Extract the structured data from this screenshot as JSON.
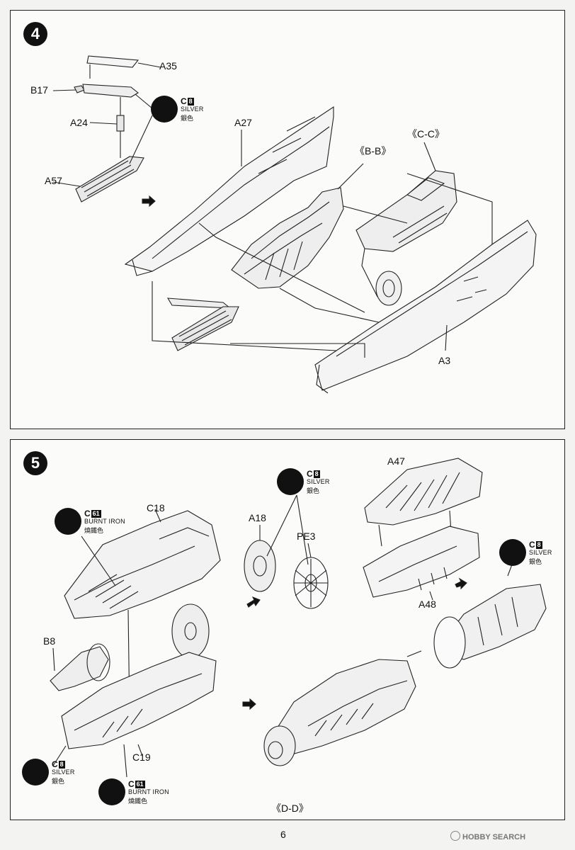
{
  "page_number": "6",
  "watermark": "HOBBY SEARCH",
  "step4": {
    "number": "4",
    "labels": {
      "a35": "A35",
      "b17": "B17",
      "a24": "A24",
      "a57": "A57",
      "a27": "A27",
      "bb": "《B-B》",
      "cc": "《C-C》",
      "a3": "A3"
    },
    "paint": {
      "code": "C",
      "num": "8",
      "name": "SILVER",
      "cn": "銀色"
    }
  },
  "step5": {
    "number": "5",
    "labels": {
      "c18": "C18",
      "a18": "A18",
      "pe3": "PE3",
      "a47": "A47",
      "a48": "A48",
      "b8": "B8",
      "c19": "C19",
      "dd": "《D-D》"
    },
    "paint_burnt_top": {
      "code": "C",
      "num": "61",
      "name": "BURNT IRON",
      "cn": "燒鐵色"
    },
    "paint_silver_mid": {
      "code": "C",
      "num": "8",
      "name": "SILVER",
      "cn": "銀色"
    },
    "paint_silver_right": {
      "code": "C",
      "num": "8",
      "name": "SILVER",
      "cn": "銀色"
    },
    "paint_silver_left": {
      "code": "C",
      "num": "8",
      "name": "SILVER",
      "cn": "銀色"
    },
    "paint_burnt_bottom": {
      "code": "C",
      "num": "61",
      "name": "BURNT IRON",
      "cn": "燒鐵色"
    }
  }
}
